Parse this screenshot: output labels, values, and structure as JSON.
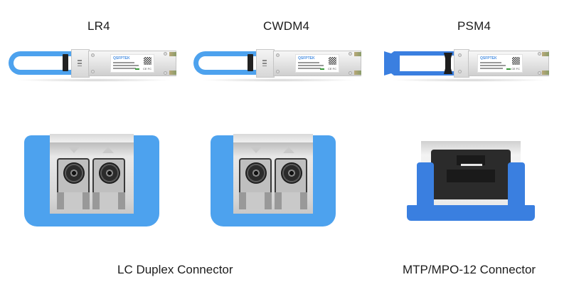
{
  "products": [
    {
      "id": "lr4",
      "title": "LR4",
      "module_label": {
        "brand": "QSFPTEK",
        "marks": "CE FC"
      },
      "bail_color": "#4da2ee",
      "bail_style": "round-loop"
    },
    {
      "id": "cwdm4",
      "title": "CWDM4",
      "module_label": {
        "brand": "QSFPTEK",
        "marks": "CE FC"
      },
      "bail_color": "#4da2ee",
      "bail_style": "round-loop"
    },
    {
      "id": "psm4",
      "title": "PSM4",
      "module_label": {
        "brand": "QSFPTEK",
        "marks": "CE FC"
      },
      "bail_color": "#3a7fe0",
      "bail_style": "flat-tab"
    }
  ],
  "connectors": [
    {
      "id": "lc-duplex",
      "caption": "LC Duplex Connector",
      "port_color": "#4da2ee",
      "arrows": [
        "down",
        "up"
      ]
    },
    {
      "id": "mtp-mpo-12",
      "caption": "MTP/MPO-12 Connector",
      "port_color": "#3a7fe0"
    }
  ],
  "colors": {
    "background": "#ffffff",
    "text": "#1c1c1c",
    "bail_light_blue": "#4da2ee",
    "bail_dark_blue": "#3a7fe0",
    "brand_blue": "#4a90e2"
  }
}
